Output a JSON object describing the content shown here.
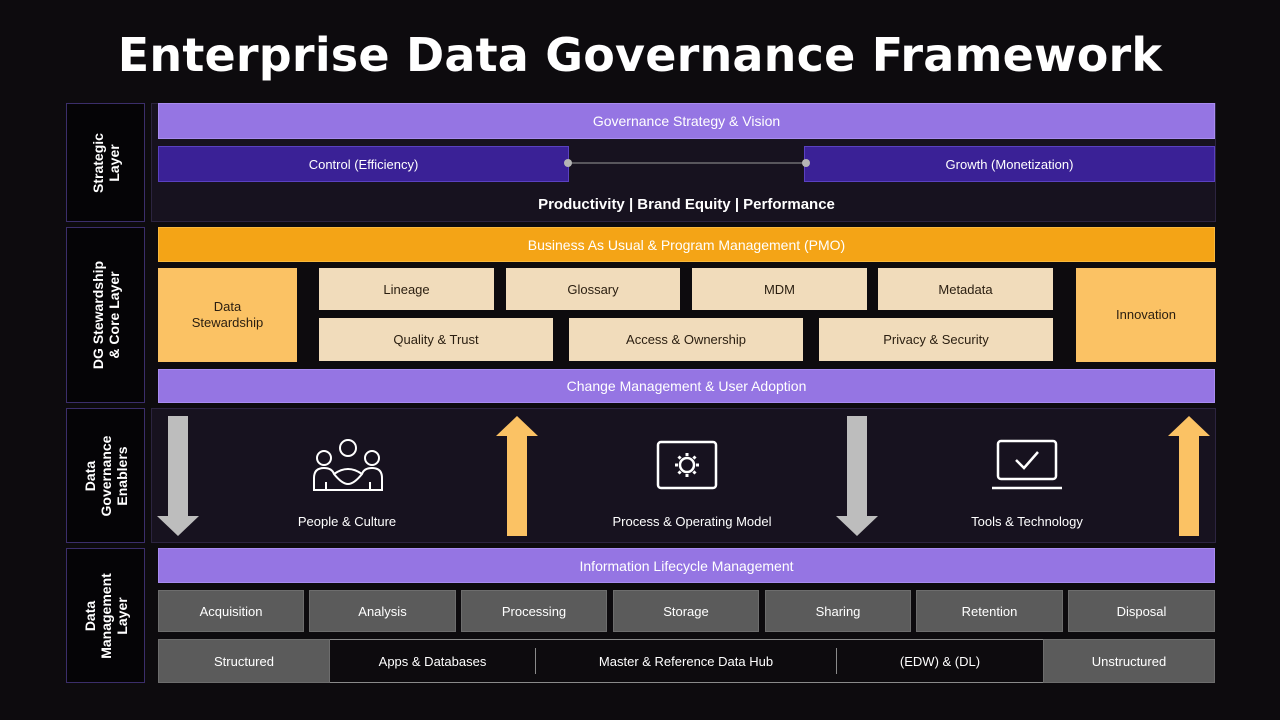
{
  "title": "Enterprise Data Governance Framework",
  "layers": {
    "strategic": "Strategic\nLayer",
    "stewardship": "DG Stewardship\n& Core Layer",
    "enablers": "Data\nGovernance\nEnablers",
    "management": "Data\nManagement\nLayer"
  },
  "strategic": {
    "vision": "Governance Strategy & Vision",
    "control": "Control (Efficiency)",
    "growth": "Growth (Monetization)",
    "kpis": "Productivity | Brand Equity | Performance"
  },
  "core": {
    "pmo": "Business As Usual & Program Management (PMO)",
    "stewardship": "Data\nStewardship",
    "innovation": "Innovation",
    "row1": [
      "Lineage",
      "Glossary",
      "MDM",
      "Metadata"
    ],
    "row2": [
      "Quality & Trust",
      "Access & Ownership",
      "Privacy & Security"
    ],
    "change": "Change Management & User Adoption"
  },
  "enablers": {
    "people": "People & Culture",
    "process": "Process & Operating Model",
    "tools": "Tools & Technology"
  },
  "management": {
    "ilm": "Information Lifecycle Management",
    "stages": [
      "Acquisition",
      "Analysis",
      "Processing",
      "Storage",
      "Sharing",
      "Retention",
      "Disposal"
    ],
    "structured": "Structured",
    "sources": [
      "Apps & Databases",
      "Master & Reference Data Hub",
      "(EDW) & (DL)"
    ],
    "unstructured": "Unstructured"
  },
  "colors": {
    "purple": "#9575e3",
    "indigo": "#3a2196",
    "orange": "#f4a416",
    "gold": "#fbc264",
    "beige": "#f1dcbb",
    "gray": "#5b5b5b",
    "down_arrow": "#bdbdbd",
    "up_arrow": "#fbc264"
  },
  "icons": [
    "people-icon",
    "gear-screen-icon",
    "laptop-check-icon",
    "arrow-down-icon",
    "arrow-up-icon"
  ]
}
